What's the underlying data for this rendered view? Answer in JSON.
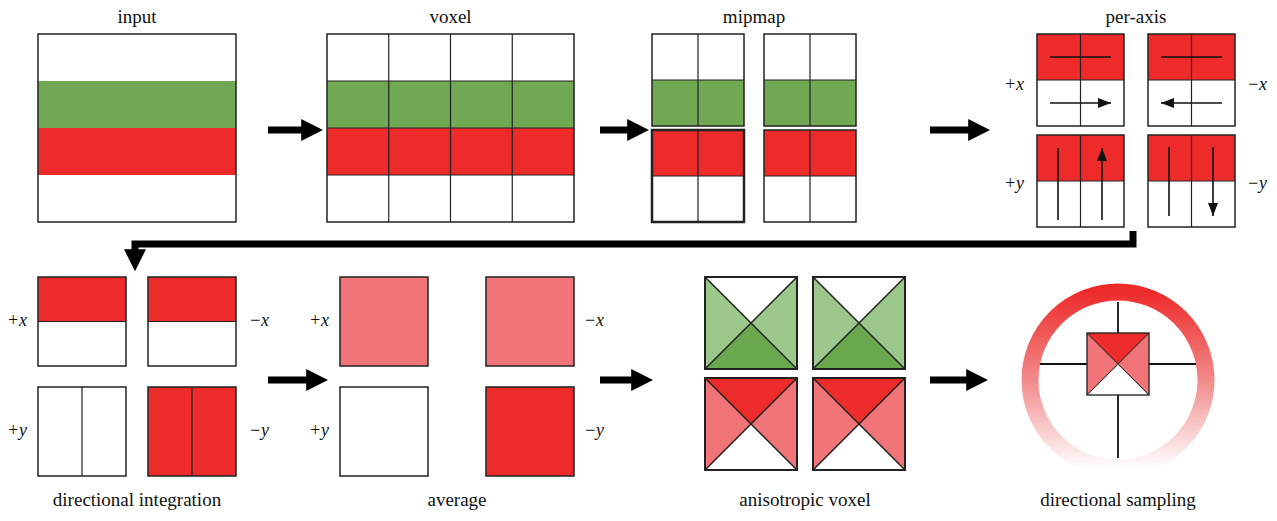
{
  "diagram": {
    "nodes": [
      {
        "text": [
          "input"
        ]
      },
      {
        "text": [
          "voxel"
        ]
      },
      {
        "text": [
          "mipmap"
        ]
      },
      {
        "text": [
          "per-axis"
        ]
      },
      {
        "text": [
          "directional integration"
        ]
      },
      {
        "text": [
          "average"
        ]
      },
      {
        "text": [
          "anisotropic voxel"
        ]
      },
      {
        "text": [
          "directional sampling"
        ]
      }
    ],
    "edges": [
      {
        "from": 0,
        "to": 1,
        "arrow": "to"
      },
      {
        "from": 1,
        "to": 2,
        "arrow": "to"
      },
      {
        "from": 2,
        "to": 3,
        "arrow": "to"
      },
      {
        "from": 3,
        "to": 4,
        "arrow": "to"
      },
      {
        "from": 4,
        "to": 5,
        "arrow": "to"
      },
      {
        "from": 5,
        "to": 6,
        "arrow": "to"
      },
      {
        "from": 6,
        "to": 7,
        "arrow": "to"
      }
    ],
    "labels": [
      "+x",
      "−x",
      "+y",
      "−y",
      "+x",
      "−x",
      "+y",
      "−y",
      "+x",
      "−x",
      "+y",
      "−y"
    ]
  }
}
